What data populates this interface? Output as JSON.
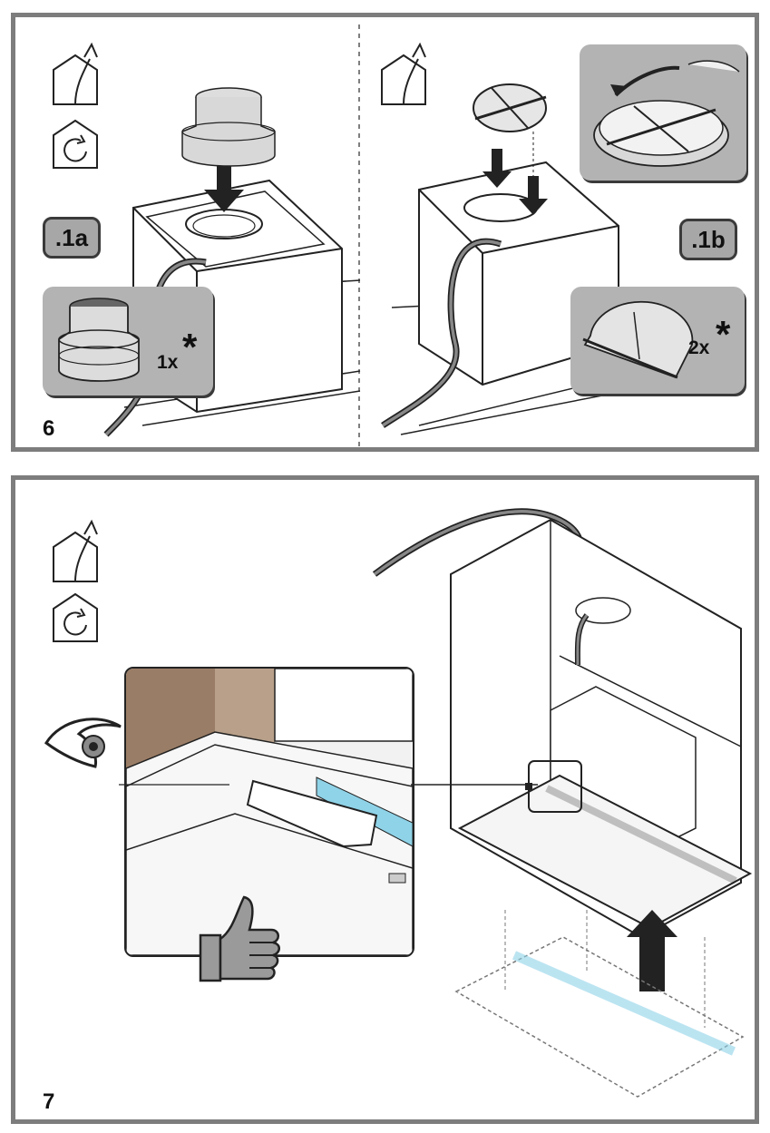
{
  "step6": {
    "number": "6",
    "variant_a_label": ".1a",
    "variant_b_label": ".1b",
    "adapter_qty": "1x",
    "adapter_qty_mark": "*",
    "filter_qty": "2x",
    "filter_qty_mark": "*",
    "icons": [
      "exhaust-mode-icon",
      "recirculation-mode-icon"
    ]
  },
  "step7": {
    "number": "7",
    "icons": [
      "exhaust-mode-icon",
      "recirculation-mode-icon",
      "eye-icon",
      "thumbs-up-icon"
    ]
  },
  "colors": {
    "frame": "#7d7d7d",
    "badge_fill": "#a7a7a7",
    "inset_fill": "#b3b3b3",
    "accent_blue": "#8fd3e8",
    "wall_brown": "#9a7d66",
    "line": "#222222"
  }
}
